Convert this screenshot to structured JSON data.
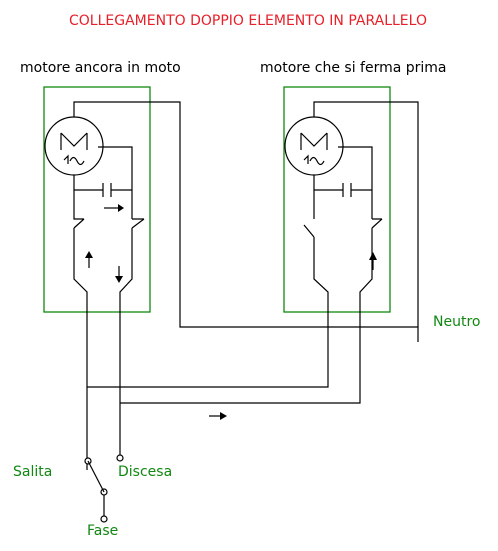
{
  "title": "COLLEGAMENTO DOPPIO ELEMENTO IN PARALLELO",
  "colors": {
    "title": "#e8202a",
    "box": "#118811",
    "green_label": "#118811",
    "wire": "#000000"
  },
  "motors": {
    "left_label": "motore ancora in moto",
    "right_label": "motore che si ferma prima",
    "symbol_letter": "M",
    "symbol_phase": "1~"
  },
  "labels": {
    "neutro": "Neutro",
    "salita": "Salita",
    "discesa": "Discesa",
    "fase": "Fase"
  }
}
